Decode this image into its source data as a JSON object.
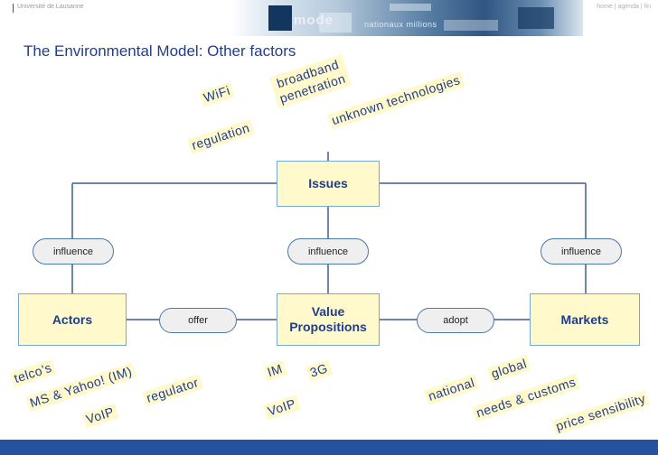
{
  "header": {
    "university": "Université de Lausanne",
    "nav": [
      "home",
      "agenda",
      "fin"
    ],
    "banner_words": [
      "mode",
      "nationaux millions"
    ]
  },
  "slide": {
    "title": "The Environmental Model: Other factors"
  },
  "diagram": {
    "issues": "Issues",
    "value_propositions_line1": "Value",
    "value_propositions_line2": "Propositions",
    "actors": "Actors",
    "markets": "Markets",
    "influence_left": "influence",
    "influence_center": "influence",
    "influence_right": "influence",
    "offer": "offer",
    "adopt": "adopt"
  },
  "tags": {
    "wifi": "WiFi",
    "broadband_line1": "broadband",
    "broadband_line2": "penetration",
    "unknown_tech": "unknown technologies",
    "regulation": "regulation",
    "telcos": "telco’s",
    "ms_yahoo": "MS & Yahoo! (IM)",
    "voip_left": "VoIP",
    "regulator": "regulator",
    "im": "IM",
    "threeg": "3G",
    "voip_center": "VoIP",
    "national": "national",
    "global": "global",
    "needs_customs": "needs & customs",
    "price_sensibility": "price sensibility"
  },
  "colors": {
    "title": "#1f3e8c",
    "box_fill": "#fff9cc",
    "box_border": "#77a8d2",
    "connector": "#3d5f8c",
    "pill_border": "#4f79a8",
    "footer": "#2752a0"
  }
}
